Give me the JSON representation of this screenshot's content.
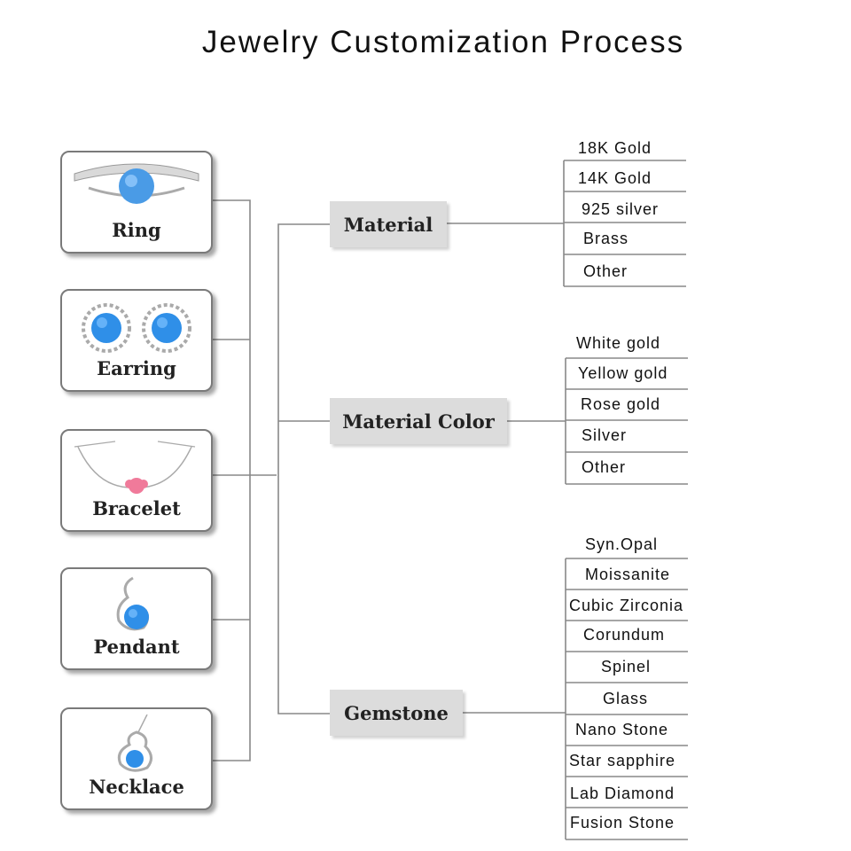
{
  "title": "Jewelry Customization Process",
  "products": [
    {
      "label": "Ring",
      "icon": "ring-icon"
    },
    {
      "label": "Earring",
      "icon": "earring-icon"
    },
    {
      "label": "Bracelet",
      "icon": "bracelet-icon"
    },
    {
      "label": "Pendant",
      "icon": "pendant-icon"
    },
    {
      "label": "Necklace",
      "icon": "necklace-icon"
    }
  ],
  "categories": [
    {
      "label": "Material",
      "options": [
        "18K Gold",
        "14K Gold",
        "925 silver",
        "Brass",
        "Other"
      ]
    },
    {
      "label": "Material Color",
      "options": [
        "White gold",
        "Yellow gold",
        "Rose gold",
        "Silver",
        "Other"
      ]
    },
    {
      "label": "Gemstone",
      "options": [
        "Syn.Opal",
        "Moissanite",
        "Cubic Zirconia",
        "Corundum",
        "Spinel",
        "Glass",
        "Nano Stone",
        "Star sapphire",
        "Lab Diamond",
        "Fusion Stone"
      ]
    }
  ],
  "colors": {
    "line": "#888888",
    "box": "#dcdcdc",
    "opal_blue": "#2f8fe8",
    "opal_pink": "#f07a9a"
  }
}
